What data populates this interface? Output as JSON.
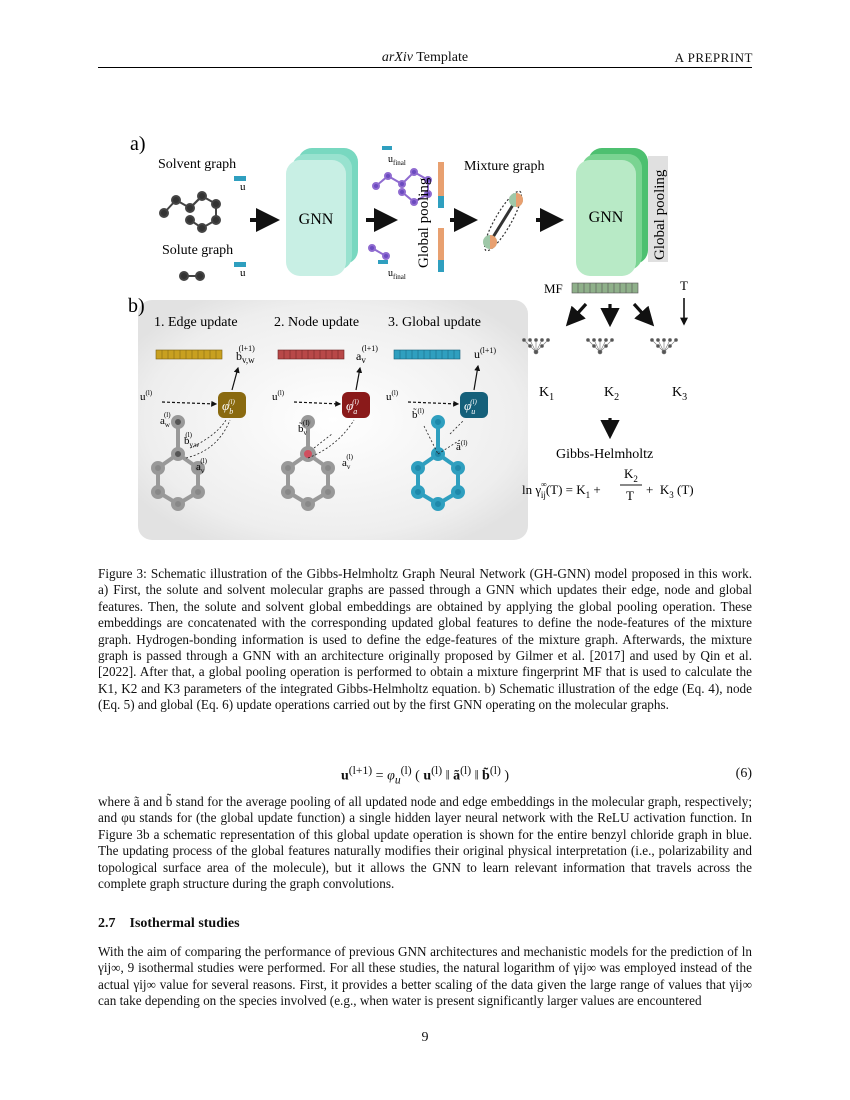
{
  "header": {
    "venue": "arXiv",
    "template_word": "Template",
    "right": "A PREPRINT"
  },
  "figure": {
    "panel_a": "a)",
    "panel_b": "b)",
    "solvent_graph": "Solvent graph",
    "solute_graph": "Solute graph",
    "gnn": "GNN",
    "global_pooling": "Global pooling",
    "mixture_graph": "Mixture graph",
    "u": "u",
    "u_final": "u",
    "u_final_sub": "final",
    "mf": "MF",
    "t": "T",
    "k1": "K",
    "k1_sub": "1",
    "k2": "K",
    "k2_sub": "2",
    "k3": "K",
    "k3_sub": "3",
    "gibbs": "Gibbs-Helmholtz",
    "step1": "1. Edge update",
    "step2": "2. Node update",
    "step3": "3. Global update",
    "colors": {
      "gold": "#c8a020",
      "red": "#b84848",
      "blue": "#2f9fbf",
      "green": "#58c878",
      "teal": "#78d8c0",
      "node_gray": "#8a8a8a"
    }
  },
  "caption": "Figure 3: Schematic illustration of the Gibbs-Helmholtz Graph Neural Network (GH-GNN) model proposed in this work. a) First, the solute and solvent molecular graphs are passed through a GNN which updates their edge, node and global features. Then, the solute and solvent global embeddings are obtained by applying the global pooling operation. These embeddings are concatenated with the corresponding updated global features to define the node-features of the mixture graph. Hydrogen-bonding information is used to define the edge-features of the mixture graph. Afterwards, the mixture graph is passed through a GNN with an architecture originally proposed by Gilmer et al. [2017] and used by Qin et al. [2022]. After that, a global pooling operation is performed to obtain a mixture fingerprint MF that is used to calculate the K1, K2 and K3 parameters of the integrated Gibbs-Helmholtz equation. b) Schematic illustration of the edge (Eq. 4), node (Eq. 5) and global (Eq. 6) update operations carried out by the first GNN operating on the molecular graphs.",
  "equation": {
    "number": "(6)"
  },
  "paragraph1": "where ã and b̃ stand for the average pooling of all updated node and edge embeddings in the molecular graph, respectively; and φu stands for (the global update function) a single hidden layer neural network with the ReLU activation function. In Figure 3b a schematic representation of this global update operation is shown for the entire benzyl chloride graph in blue. The updating process of the global features naturally modifies their original physical interpretation (i.e., polarizability and topological surface area of the molecule), but it allows the GNN to learn relevant information that travels across the complete graph structure during the graph convolutions.",
  "section": {
    "number": "2.7",
    "title": "Isothermal studies"
  },
  "paragraph2": "With the aim of comparing the performance of previous GNN architectures and mechanistic models for the prediction of ln γij∞, 9 isothermal studies were performed. For all these studies, the natural logarithm of γij∞ was employed instead of the actual γij∞ value for several reasons. First, it provides a better scaling of the data given the large range of values that γij∞ can take depending on the species involved (e.g., when water is present significantly larger values are encountered",
  "page_number": "9"
}
